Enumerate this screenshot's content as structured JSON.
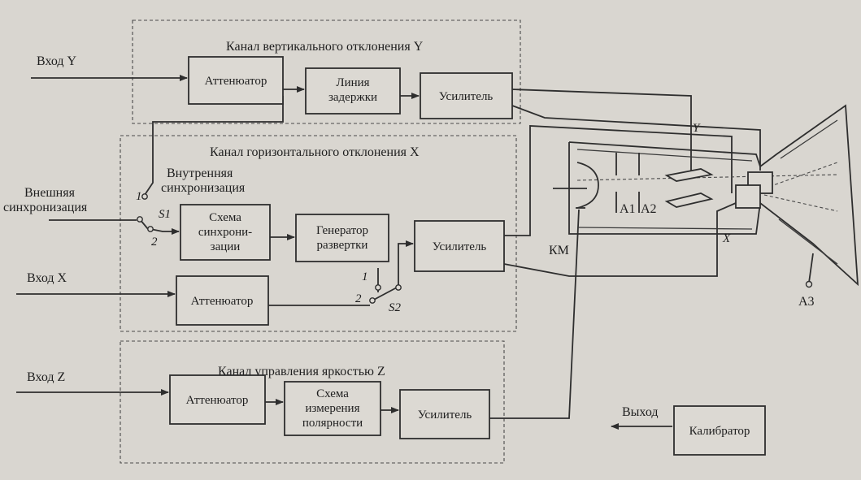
{
  "inputs": {
    "y": "Вход Y",
    "x": "Вход X",
    "z": "Вход Z",
    "ext_sync": [
      "Внешняя",
      "синхронизация"
    ]
  },
  "channels": {
    "vertical": "Канал вертикального отклонения Y",
    "horizontal": "Канал горизонтального отклонения X",
    "brightness": "Канал управления яркостью Z"
  },
  "blocks": {
    "attenuator": "Аттенюатор",
    "delay_line": [
      "Линия",
      "задержки"
    ],
    "amplifier": "Усилитель",
    "sync_circuit": [
      "Схема",
      "синхрони-",
      "зации"
    ],
    "sweep_generator": [
      "Генератор",
      "развертки"
    ],
    "polarity_circuit": [
      "Схема",
      "измерения",
      "полярности"
    ],
    "calibrator": "Калибратор"
  },
  "switches": {
    "s1": "S1",
    "s2": "S2",
    "pos1": "1",
    "pos2": "2",
    "internal_sync": [
      "Внутренняя",
      "синхронизация"
    ]
  },
  "crt": {
    "y_label": "Y",
    "x_label": "X",
    "km": "КМ",
    "a1": "A1",
    "a2": "A2",
    "a3": "A3"
  },
  "output": "Выход"
}
